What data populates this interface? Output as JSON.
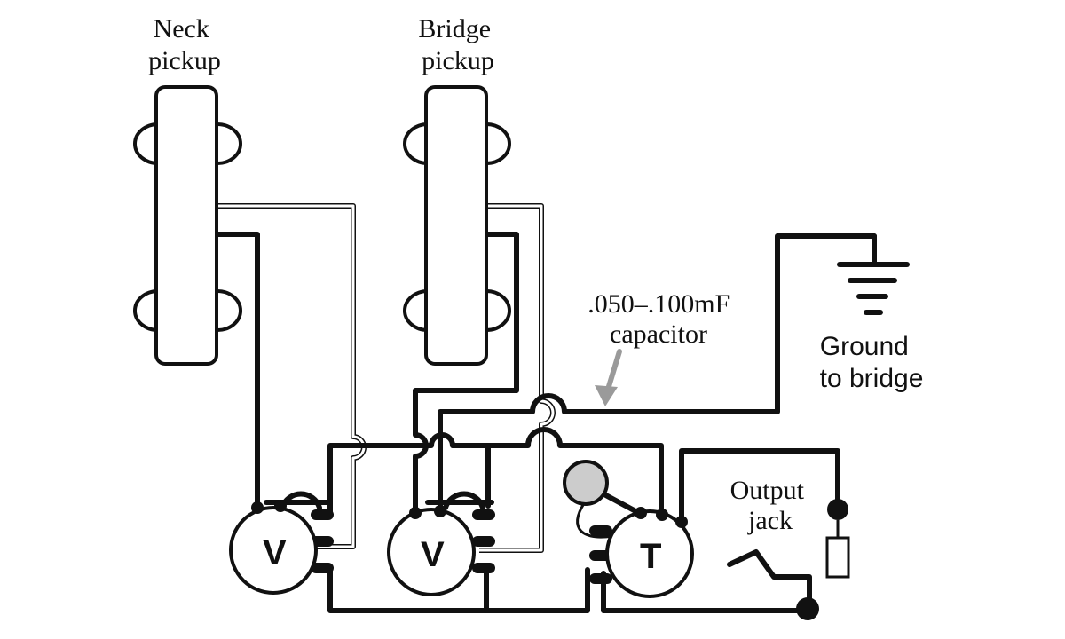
{
  "labels": {
    "neck_pickup": [
      "Neck",
      "pickup"
    ],
    "bridge_pickup": [
      "Bridge",
      "pickup"
    ],
    "capacitor": [
      ".050–.100mF",
      "capacitor"
    ],
    "ground": [
      "Ground",
      "to bridge"
    ],
    "output_jack": [
      "Output",
      "jack"
    ]
  },
  "knobs": {
    "volume_neck": "V",
    "volume_bridge": "V",
    "tone": "T"
  },
  "colors": {
    "wire": "#111111",
    "background": "#ffffff",
    "capacitor_fill": "#cccccc",
    "arrow": "#9a9a9a"
  }
}
